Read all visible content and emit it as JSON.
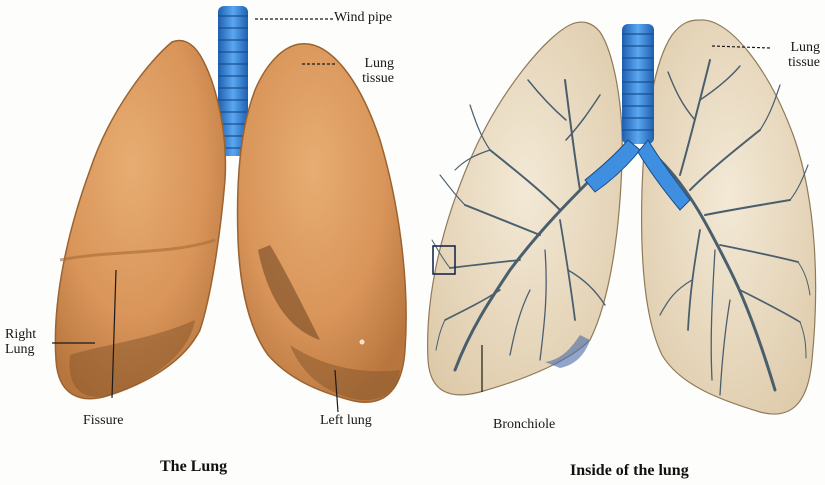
{
  "left_diagram": {
    "labels": {
      "wind_pipe": "Wind pipe",
      "lung_tissue": "Lung tissue",
      "right_lung": "Right Lung",
      "fissure": "Fissure",
      "left_lung": "Left lung"
    },
    "caption": "The Lung"
  },
  "right_diagram": {
    "labels": {
      "lung_tissue": "Lung tissue",
      "bronchiole": "Bronchiole"
    },
    "caption": "Inside of the lung"
  },
  "colors": {
    "lung_outer": "#d9955a",
    "lung_shadow": "#8a5a2e",
    "trachea": "#3f8fe0",
    "inner_lung": "#efe3cc",
    "bronchi": "#4a5f6e"
  }
}
